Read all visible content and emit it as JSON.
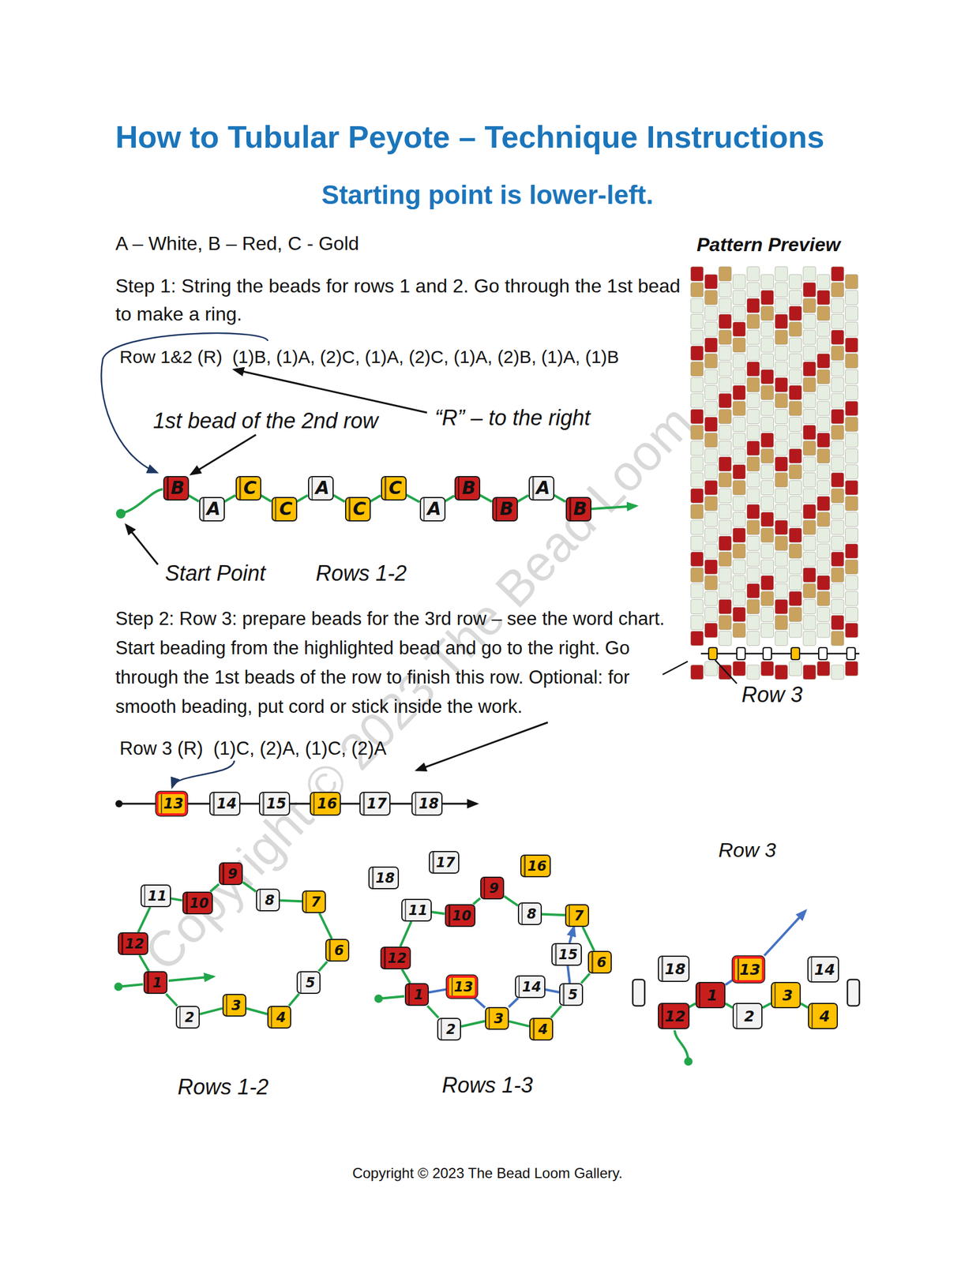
{
  "diagram": {
    "title": "How to Tubular Peyote – Technique Instructions",
    "nodes": [
      {
        "text": [
          "B"
        ]
      },
      {
        "text": [
          "A"
        ]
      },
      {
        "text": [
          "C"
        ]
      },
      {
        "text": [
          "C"
        ]
      },
      {
        "text": [
          "A"
        ]
      },
      {
        "text": [
          "C"
        ]
      },
      {
        "text": [
          "C"
        ]
      },
      {
        "text": [
          "A"
        ]
      },
      {
        "text": [
          "B"
        ]
      },
      {
        "text": [
          "B"
        ]
      },
      {
        "text": [
          "A"
        ]
      },
      {
        "text": [
          "B"
        ]
      },
      {
        "text": [
          "13"
        ]
      },
      {
        "text": [
          "14"
        ]
      },
      {
        "text": [
          "15"
        ]
      },
      {
        "text": [
          "16"
        ]
      },
      {
        "text": [
          "17"
        ]
      },
      {
        "text": [
          "18"
        ]
      },
      {
        "text": [
          "1"
        ]
      },
      {
        "text": [
          "2"
        ]
      },
      {
        "text": [
          "3"
        ]
      },
      {
        "text": [
          "4"
        ]
      },
      {
        "text": [
          "5"
        ]
      },
      {
        "text": [
          "6"
        ]
      },
      {
        "text": [
          "7"
        ]
      },
      {
        "text": [
          "8"
        ]
      },
      {
        "text": [
          "9"
        ]
      },
      {
        "text": [
          "10"
        ]
      },
      {
        "text": [
          "11"
        ]
      },
      {
        "text": [
          "12"
        ]
      },
      {
        "text": [
          "1"
        ]
      },
      {
        "text": [
          "2"
        ]
      },
      {
        "text": [
          "3"
        ]
      },
      {
        "text": [
          "4"
        ]
      },
      {
        "text": [
          "5"
        ]
      },
      {
        "text": [
          "6"
        ]
      },
      {
        "text": [
          "7"
        ]
      },
      {
        "text": [
          "8"
        ]
      },
      {
        "text": [
          "9"
        ]
      },
      {
        "text": [
          "10"
        ]
      },
      {
        "text": [
          "11"
        ]
      },
      {
        "text": [
          "12"
        ]
      },
      {
        "text": [
          "13"
        ]
      },
      {
        "text": [
          "14"
        ]
      },
      {
        "text": [
          "15"
        ]
      },
      {
        "text": [
          "16"
        ]
      },
      {
        "text": [
          "17"
        ]
      },
      {
        "text": [
          "18"
        ]
      },
      {
        "text": [
          "Row 3"
        ]
      },
      {
        "text": [
          "18"
        ],
        "in": 48
      },
      {
        "text": [
          "13"
        ],
        "in": 48
      },
      {
        "text": [
          "14"
        ],
        "in": 48
      },
      {
        "text": [
          "12"
        ],
        "in": 48
      },
      {
        "text": [
          "1"
        ],
        "in": 48
      },
      {
        "text": [
          "2"
        ],
        "in": 48
      },
      {
        "text": [
          "3"
        ],
        "in": 48
      },
      {
        "text": [
          "4"
        ],
        "in": 48
      }
    ],
    "edges": [
      {
        "from": 0,
        "to": 1,
        "arrow": "none"
      },
      {
        "from": 1,
        "to": 2,
        "arrow": "none"
      },
      {
        "from": 2,
        "to": 3,
        "arrow": "none"
      },
      {
        "from": 3,
        "to": 4,
        "arrow": "none"
      },
      {
        "from": 4,
        "to": 5,
        "arrow": "none"
      },
      {
        "from": 5,
        "to": 6,
        "arrow": "none"
      },
      {
        "from": 6,
        "to": 7,
        "arrow": "none"
      },
      {
        "from": 7,
        "to": 8,
        "arrow": "none"
      },
      {
        "from": 8,
        "to": 9,
        "arrow": "none"
      },
      {
        "from": 9,
        "to": 10,
        "arrow": "none"
      },
      {
        "from": 10,
        "to": 11,
        "arrow": "none"
      },
      {
        "from": 12,
        "to": 13,
        "arrow": "none"
      },
      {
        "from": 13,
        "to": 14,
        "arrow": "none"
      },
      {
        "from": 14,
        "to": 15,
        "arrow": "none"
      },
      {
        "from": 15,
        "to": 16,
        "arrow": "none"
      },
      {
        "from": 16,
        "to": 17,
        "arrow": "none"
      },
      {
        "from": 18,
        "to": 19,
        "arrow": "none"
      },
      {
        "from": 19,
        "to": 20,
        "arrow": "none"
      },
      {
        "from": 20,
        "to": 21,
        "arrow": "none"
      },
      {
        "from": 21,
        "to": 22,
        "arrow": "none"
      },
      {
        "from": 22,
        "to": 23,
        "arrow": "none"
      },
      {
        "from": 23,
        "to": 24,
        "arrow": "none"
      },
      {
        "from": 24,
        "to": 25,
        "arrow": "none"
      },
      {
        "from": 25,
        "to": 26,
        "arrow": "none"
      },
      {
        "from": 26,
        "to": 27,
        "arrow": "none"
      },
      {
        "from": 27,
        "to": 28,
        "arrow": "none"
      },
      {
        "from": 28,
        "to": 29,
        "arrow": "none"
      },
      {
        "from": 29,
        "to": 18,
        "arrow": "none"
      },
      {
        "from": 30,
        "to": 31,
        "arrow": "none"
      },
      {
        "from": 31,
        "to": 32,
        "arrow": "none"
      },
      {
        "from": 32,
        "to": 33,
        "arrow": "none"
      },
      {
        "from": 33,
        "to": 34,
        "arrow": "none"
      },
      {
        "from": 34,
        "to": 35,
        "arrow": "none"
      },
      {
        "from": 35,
        "to": 36,
        "arrow": "none"
      },
      {
        "from": 36,
        "to": 37,
        "arrow": "none"
      },
      {
        "from": 37,
        "to": 38,
        "arrow": "none"
      },
      {
        "from": 38,
        "to": 39,
        "arrow": "none"
      },
      {
        "from": 39,
        "to": 40,
        "arrow": "none"
      },
      {
        "from": 40,
        "to": 41,
        "arrow": "none"
      },
      {
        "from": 41,
        "to": 30,
        "arrow": "none"
      },
      {
        "from": 30,
        "to": 42,
        "arrow": "none"
      },
      {
        "from": 42,
        "to": 32,
        "arrow": "none"
      },
      {
        "from": 32,
        "to": 43,
        "arrow": "none"
      },
      {
        "from": 43,
        "to": 34,
        "arrow": "none"
      },
      {
        "from": 34,
        "to": 44,
        "arrow": "none"
      },
      {
        "from": 44,
        "to": 36,
        "arrow": "to"
      },
      {
        "from": 52,
        "to": 53,
        "arrow": "none"
      },
      {
        "from": 53,
        "to": 54,
        "arrow": "none"
      },
      {
        "from": 54,
        "to": 55,
        "arrow": "none"
      },
      {
        "from": 55,
        "to": 56,
        "arrow": "none"
      },
      {
        "from": 53,
        "to": 50,
        "arrow": "none"
      }
    ],
    "labels": [
      "Starting point is lower-left.",
      "A – White, B – Red, C - Gold",
      "Pattern Preview",
      "Step 1: String the beads for rows 1 and 2. Go through the 1st bead to make a ring.",
      "Row 1&2 (R)  (1)B, (1)A, (2)C, (1)A, (2)C, (1)A, (2)B, (1)A, (1)B",
      "1st bead of the 2nd row",
      "“R” – to the right",
      "Start Point",
      "Rows 1-2",
      "Step 2: Row 3: prepare beads for the 3rd row – see the word chart. Start beading from the highlighted bead and go to the right. Go through the 1st beads of the row to finish this row. Optional: for smooth beading, put cord or stick inside the work.",
      "Row 3",
      "Row 3 (R)  (1)C, (2)A, (1)C, (2)A",
      "Rows 1-2",
      "Rows 1-3",
      "Copyright © 2023 The Bead Loom Gallery.",
      "Copyright © 2023 The Bead Loom"
    ]
  }
}
